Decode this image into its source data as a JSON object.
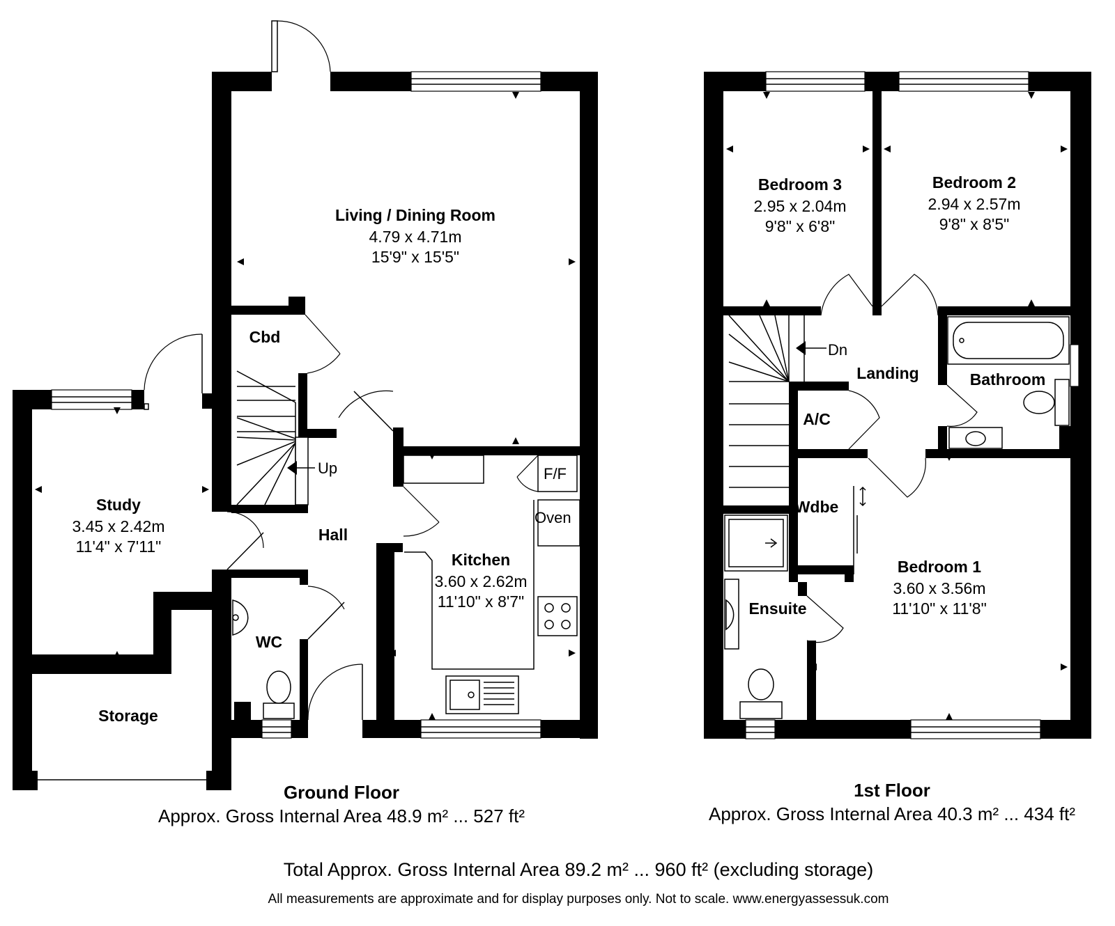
{
  "ground_floor": {
    "title": "Ground Floor",
    "area": "Approx. Gross Internal Area 48.9 m² ... 527 ft²",
    "rooms": {
      "living": {
        "name": "Living / Dining Room",
        "metric": "4.79 x 4.71m",
        "imperial": "15'9\" x 15'5\""
      },
      "study": {
        "name": "Study",
        "metric": "3.45 x 2.42m",
        "imperial": "11'4\" x 7'11\""
      },
      "kitchen": {
        "name": "Kitchen",
        "metric": "3.60 x 2.62m",
        "imperial": "11'10\" x 8'7\""
      },
      "hall": {
        "name": "Hall"
      },
      "wc": {
        "name": "WC"
      },
      "cbd": {
        "name": "Cbd"
      },
      "storage": {
        "name": "Storage"
      }
    },
    "labels": {
      "up": "Up",
      "ff": "F/F",
      "oven": "Oven"
    }
  },
  "first_floor": {
    "title": "1st Floor",
    "area": "Approx. Gross Internal Area 40.3 m² ... 434 ft²",
    "rooms": {
      "bedroom3": {
        "name": "Bedroom 3",
        "metric": "2.95 x 2.04m",
        "imperial": "9'8\" x 6'8\""
      },
      "bedroom2": {
        "name": "Bedroom 2",
        "metric": "2.94 x 2.57m",
        "imperial": "9'8\" x 8'5\""
      },
      "bedroom1": {
        "name": "Bedroom 1",
        "metric": "3.60 x 3.56m",
        "imperial": "11'10\" x 11'8\""
      },
      "landing": {
        "name": "Landing"
      },
      "bathroom": {
        "name": "Bathroom"
      },
      "ac": {
        "name": "A/C"
      },
      "wdbe": {
        "name": "Wdbe"
      },
      "ensuite": {
        "name": "Ensuite"
      }
    },
    "labels": {
      "dn": "Dn"
    }
  },
  "total": "Total Approx. Gross Internal Area 89.2 m² ... 960 ft² (excluding storage)",
  "disclaimer": "All measurements are approximate and for display purposes only. Not to scale. www.energyassessuk.com"
}
